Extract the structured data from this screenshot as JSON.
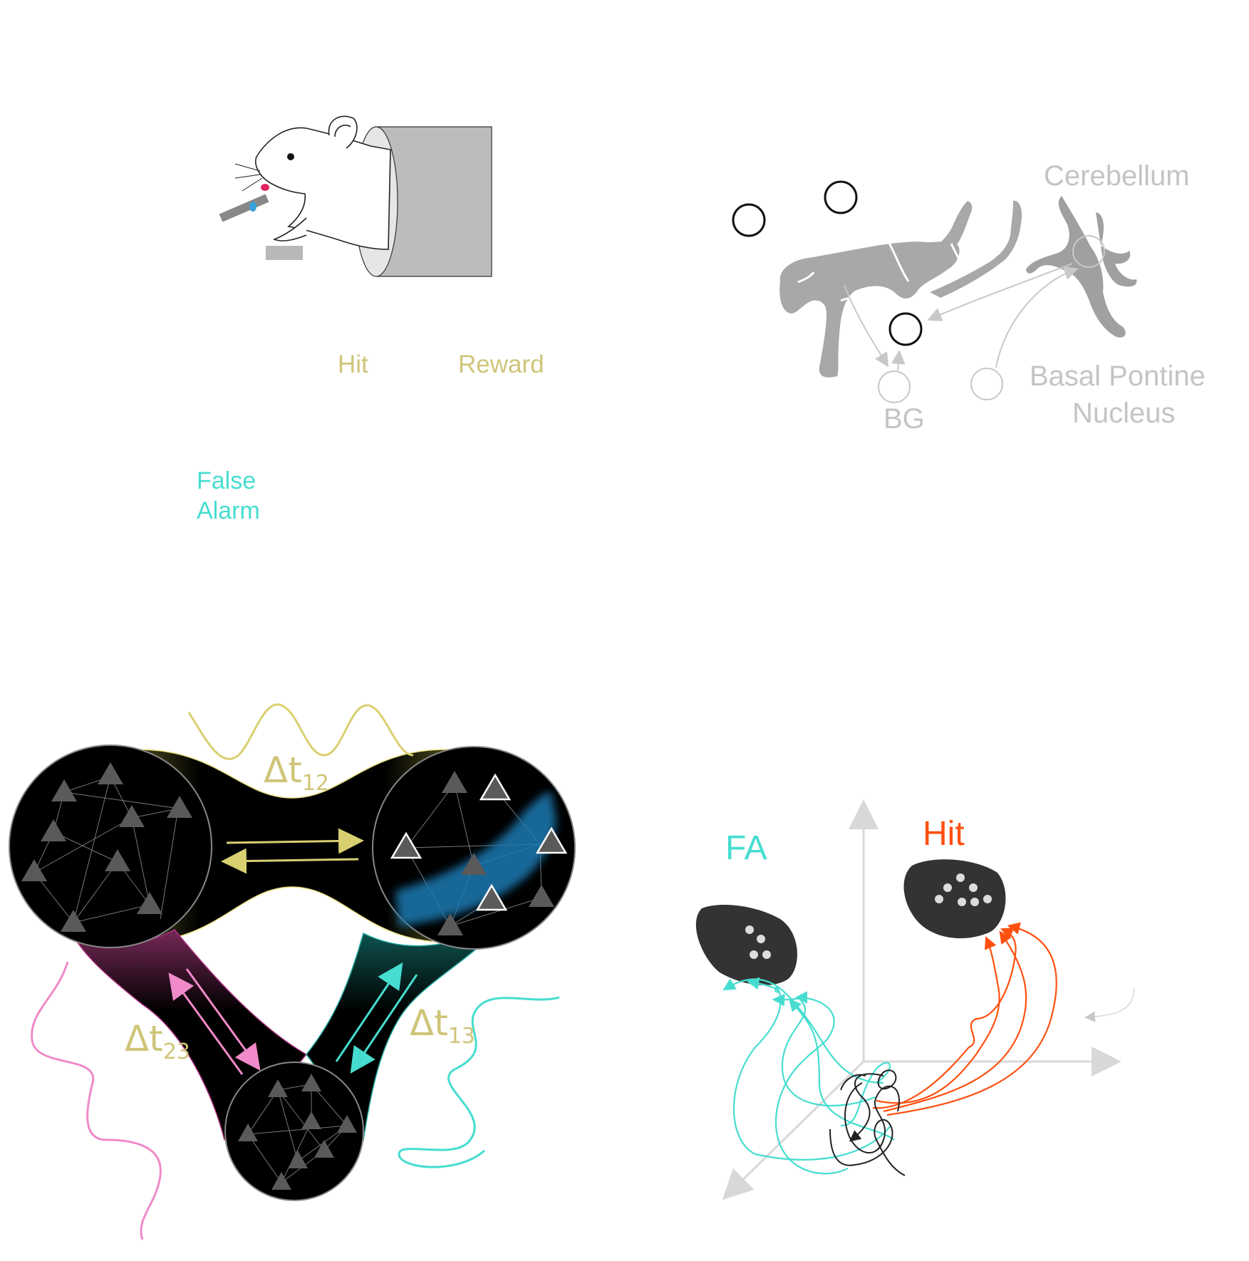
{
  "behavior_panel": {
    "outcome_labels": {
      "hit": "Hit",
      "reward": "Reward",
      "false_alarm_line1": "False",
      "false_alarm_line2": "Alarm"
    },
    "colors": {
      "hit": "#cfc579",
      "false_alarm": "#46ddd0",
      "tube": "#bbbcbe",
      "lick_drop": "#3aa0d8",
      "tongue": "#e0245e"
    }
  },
  "anatomy_panel": {
    "labels": {
      "cerebellum": "Cerebellum",
      "bpn_line1": "Basal Pontine",
      "bpn_line2": "Nucleus",
      "bg": "BG"
    },
    "colors": {
      "tissue": "#a8a8a8",
      "label": "#c4c4c4",
      "target_circle": "#111111"
    }
  },
  "network_panel": {
    "delays": [
      {
        "symbol": "Δt",
        "subscript": "12"
      },
      {
        "symbol": "Δt",
        "subscript": "23"
      },
      {
        "symbol": "Δt",
        "subscript": "13"
      }
    ],
    "colors": {
      "link_12": "#d8d070",
      "link_23": "#f08ac8",
      "link_13": "#46ddd0",
      "node": "#000000",
      "neuron": "#5a5a5a",
      "assembly": "#1a7ab3"
    }
  },
  "state_space_panel": {
    "labels": {
      "fa": "FA",
      "hit": "Hit"
    },
    "colors": {
      "fa": "#46ddd0",
      "hit": "#ff5010",
      "axes": "#d8d8d8",
      "cluster": "#333333",
      "origin_trajectory": "#222222"
    }
  }
}
